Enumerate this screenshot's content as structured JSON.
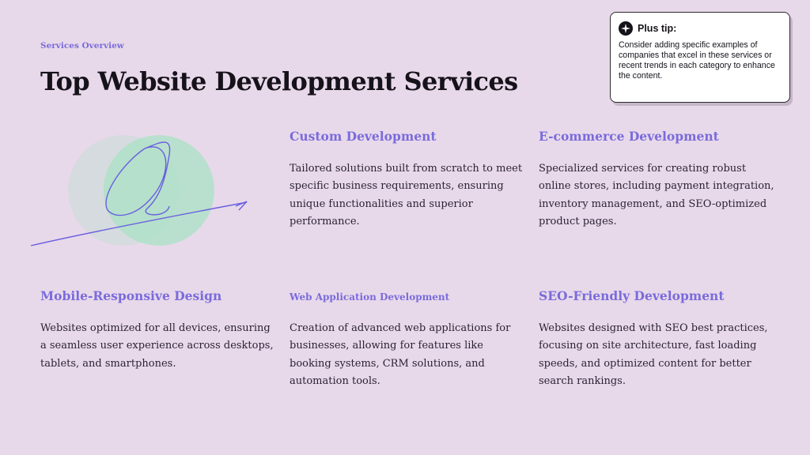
{
  "header": {
    "eyebrow": "Services Overview",
    "title": "Top Website Development Services"
  },
  "tip": {
    "icon": "sparkle-icon",
    "title": "Plus tip:",
    "body": "Consider adding specific examples of companies that excel in these services or recent trends in each category to enhance the content."
  },
  "illustration": {
    "icon": "circles-scribble-illustration",
    "colors": {
      "circle_left": "#d3dadd",
      "circle_right": "#a9e2c4",
      "stroke": "#6a5fe0"
    }
  },
  "services": [
    {
      "title": "Custom Development",
      "description": "Tailored solutions built from scratch to meet specific business requirements, ensuring unique functionalities and superior performance."
    },
    {
      "title": "E-commerce Development",
      "description": "Specialized services for creating robust online stores, including payment integration, inventory management, and SEO-optimized product pages."
    },
    {
      "title": "Mobile-Responsive Design",
      "description": "Websites optimized for all devices, ensuring a seamless user experience across desktops, tablets, and smartphones."
    },
    {
      "title": "Web Application Development",
      "description": "Creation of advanced web applications for businesses, allowing for features like booking systems, CRM solutions, and automation tools."
    },
    {
      "title": "SEO-Friendly Development",
      "description": "Websites designed with SEO best practices, focusing on site architecture, fast loading speeds, and optimized content for better search rankings."
    }
  ],
  "colors": {
    "background": "#e8d9ea",
    "accent": "#7a6bdc",
    "heading": "#16121a",
    "body_text": "#2b2235"
  }
}
